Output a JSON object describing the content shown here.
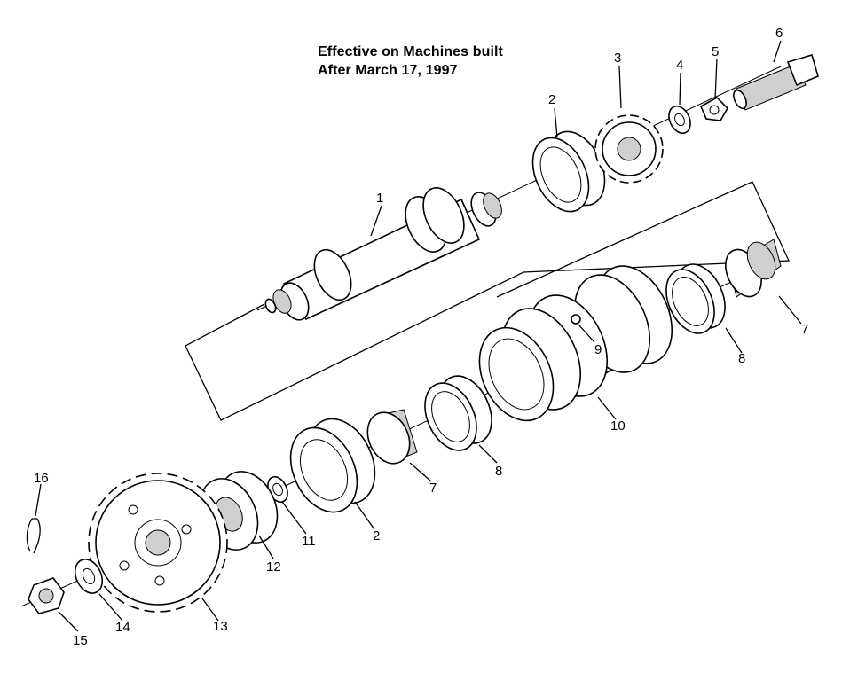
{
  "note": {
    "line1": "Effective on Machines built",
    "line2": "After March 17, 1997"
  },
  "callouts": {
    "c1": "1",
    "c2a": "2",
    "c2b": "2",
    "c3": "3",
    "c4": "4",
    "c5": "5",
    "c6": "6",
    "c7a": "7",
    "c7b": "7",
    "c8a": "8",
    "c8b": "8",
    "c9": "9",
    "c10": "10",
    "c11": "11",
    "c12": "12",
    "c13": "13",
    "c14": "14",
    "c15": "15",
    "c16": "16"
  }
}
